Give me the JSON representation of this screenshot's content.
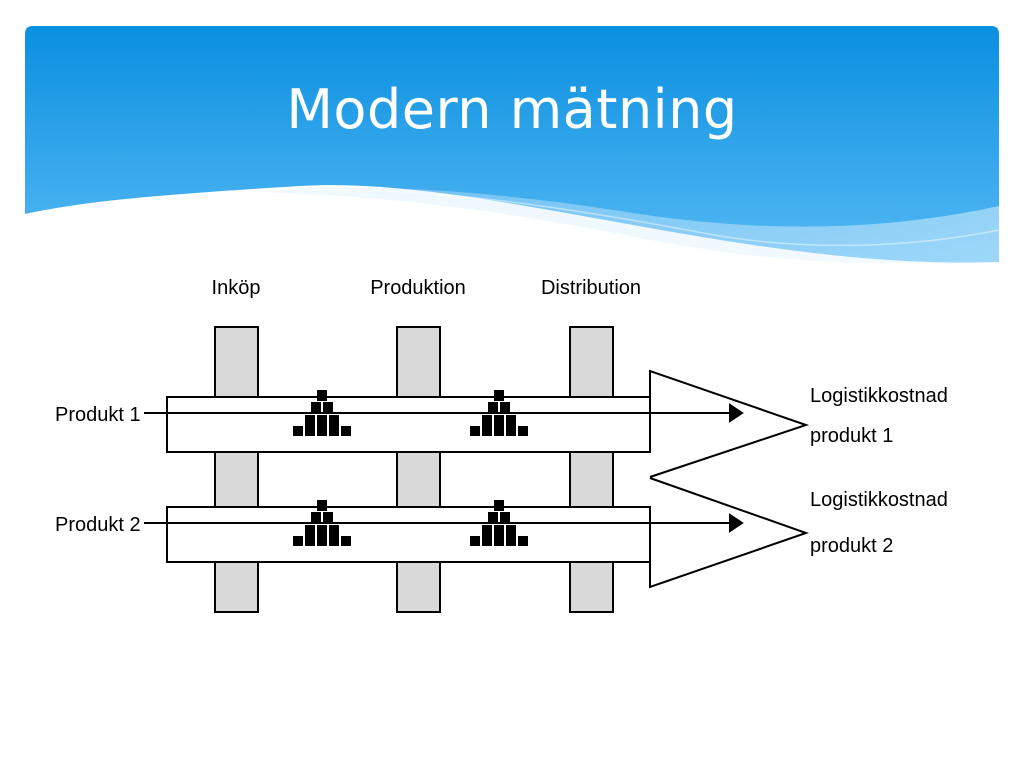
{
  "slide": {
    "title": "Modern mätning"
  },
  "diagram": {
    "stages": [
      "Inköp",
      "Produktion",
      "Distribution"
    ],
    "products": [
      "Produkt 1",
      "Produkt 2"
    ],
    "outputs": [
      "Logistikkostnad produkt 1",
      "Logistikkostnad produkt 2"
    ],
    "output_lines": [
      [
        "Logistikkostnad",
        "produkt 1"
      ],
      [
        "Logistikkostnad",
        "produkt 2"
      ]
    ]
  },
  "colors": {
    "header_top": "#0a8fe0",
    "header_bottom": "#4fb6f2",
    "stage_fill": "#d9d9d9",
    "line": "#000000"
  }
}
